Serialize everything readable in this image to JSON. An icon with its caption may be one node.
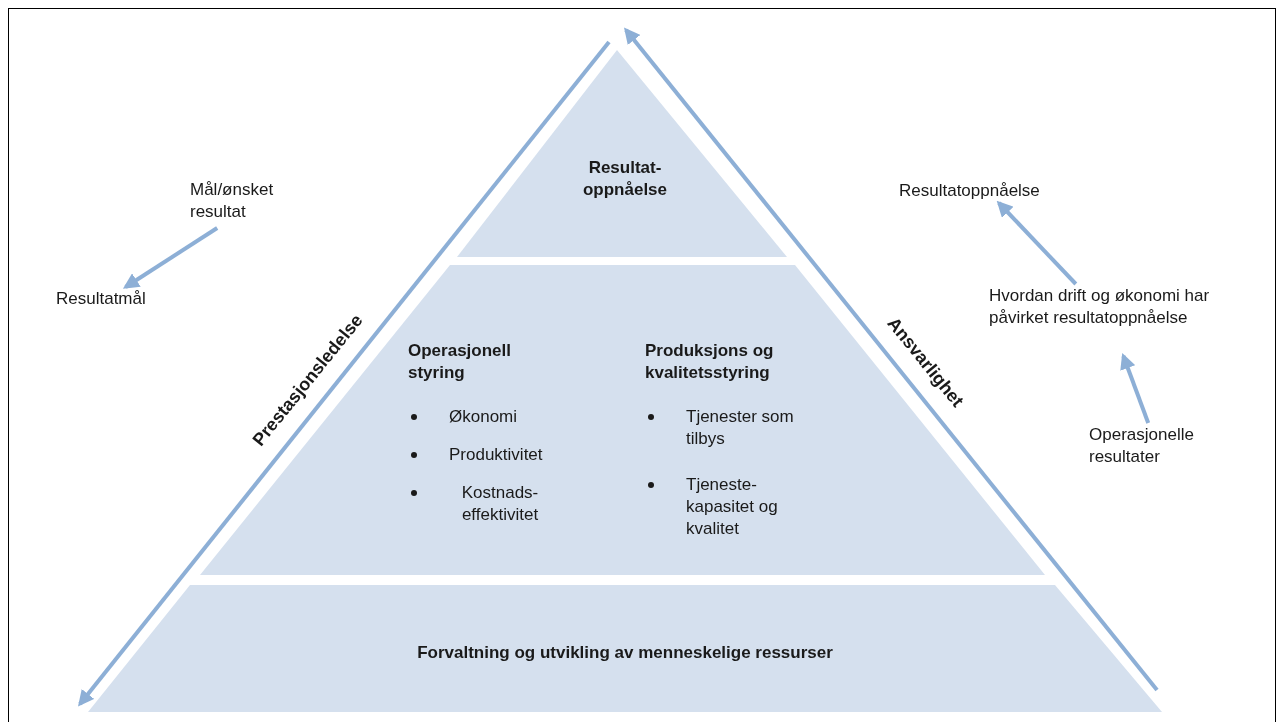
{
  "diagram": {
    "nodes": [
      {
        "text": [
          "Resultat- oppnåelse"
        ]
      },
      {
        "text": [
          "Operasjonell styring",
          "Økonomi",
          "Produktivitet",
          "Kostnads- effektivitet",
          "Produksjons og kvalitetsstyring",
          "Tjenester som tilbys",
          "Tjeneste- kapasitet og kvalitet"
        ]
      },
      {
        "text": [
          "Forvaltning og utvikling av menneskelige ressurser"
        ]
      },
      {
        "text": [
          "Mål/ønsket resultat"
        ]
      },
      {
        "text": [
          "Resultatmål"
        ]
      },
      {
        "text": [
          "Resultatoppnåelse"
        ]
      },
      {
        "text": [
          "Hvordan drift og økonomi har påvirket resultatoppnåelse"
        ]
      },
      {
        "text": [
          "Operasjonelle resultater"
        ]
      }
    ],
    "edges": [
      {
        "from": 3,
        "to": 4,
        "arrow": "to"
      },
      {
        "from": 7,
        "to": 6,
        "arrow": "to"
      },
      {
        "from": 6,
        "to": 5,
        "arrow": "to"
      }
    ],
    "labels": [
      "Prestasjonsledelse",
      "Ansvarlighet"
    ]
  }
}
